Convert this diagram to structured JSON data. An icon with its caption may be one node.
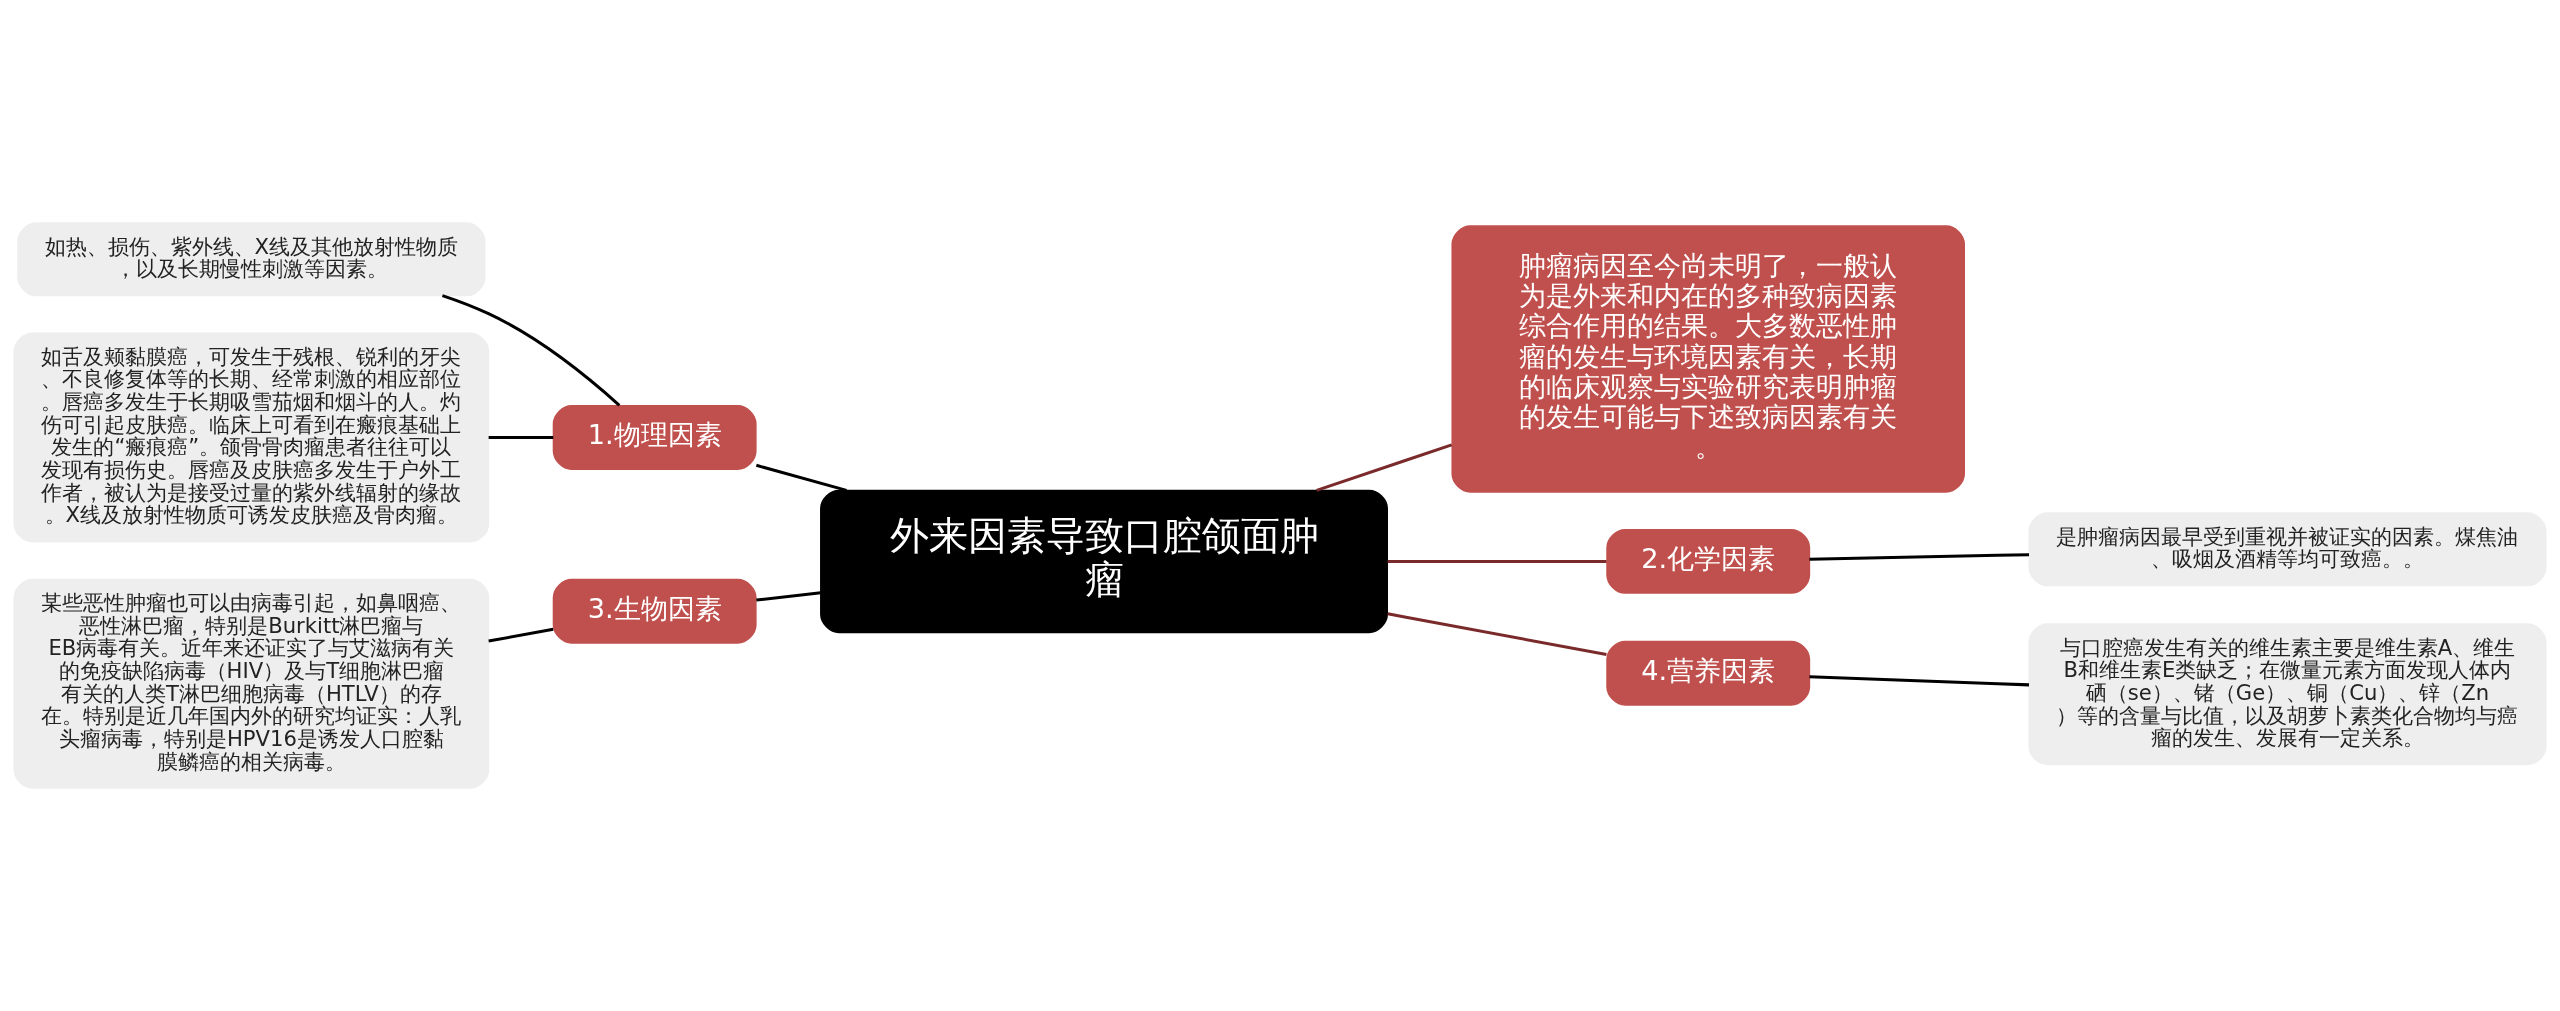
{
  "diagram": {
    "nodes": [
      {
        "text": [
          "外来因素导致口腔颌面肿瘤"
        ]
      },
      {
        "text": [
          "1.物理因素"
        ]
      },
      {
        "text": [
          "如热、损伤、紫外线、X线及其他放射性物质，以及长期慢性刺激等因素。"
        ]
      },
      {
        "text": [
          "如舌及颊黏膜癌，可发生于残根、锐利的牙尖、不良修复体等的长期、经常刺激的相应部位。唇癌多发生于长期吸雪茄烟和烟斗的人。灼伤可引起皮肤癌。临床上可看到在瘢痕基础上发生的“瘢痕癌”。颌骨骨肉瘤患者往往可以发现有损伤史。唇癌及皮肤癌多发生于户外工作者，被认为是接受过量的紫外线辐射的缘故。X线及放射性物质可诱发皮肤癌及骨肉瘤。"
        ]
      },
      {
        "text": [
          "肿瘤病因至今尚未明了，一般认为是外来和内在的多种致病因素综合作用的结果。大多数恶性肿瘤的发生与环境因素有关，长期的临床观察与实验研究表明肿瘤的发生可能与下述致病因素有关。"
        ]
      },
      {
        "text": [
          "2.化学因素"
        ]
      },
      {
        "text": [
          "是肿瘤病因最早受到重视并被证实的因素。煤焦油、吸烟及酒精等均可致癌。。"
        ]
      },
      {
        "text": [
          "3.生物因素"
        ]
      },
      {
        "text": [
          "某些恶性肿瘤也可以由病毒引起，如鼻咽癌、恶性淋巴瘤，特别是Burkitt淋巴瘤与EB病毒有关。近年来还证实了与艾滋病有关的免疫缺陷病毒（HIV）及与T细胞淋巴瘤有关的人类T淋巴细胞病毒（HTLV）的存在。特别是近几年国内外的研究均证实：人乳头瘤病毒，特别是HPV16是诱发人口腔黏膜鳞癌的相关病毒。"
        ]
      },
      {
        "text": [
          "4.营养因素"
        ]
      },
      {
        "text": [
          "与口腔癌发生有关的维生素主要是维生素A、维生B和维生素E类缺乏；在微量元素方面发现人体内硒（se）、锗（Ge）、铜（Cu）、锌（Zn）等的含量与比值，以及胡萝卜素类化合物均与癌瘤的发生、发展有一定关系。"
        ]
      }
    ],
    "edges": [
      {
        "from": 2,
        "to": 1,
        "arrow": "none"
      },
      {
        "from": 3,
        "to": 1,
        "arrow": "none"
      },
      {
        "from": 1,
        "to": 0,
        "arrow": "none"
      },
      {
        "from": 8,
        "to": 7,
        "arrow": "none"
      },
      {
        "from": 7,
        "to": 0,
        "arrow": "none"
      },
      {
        "from": 0,
        "to": 4,
        "arrow": "none",
        "color": "#7a2a2a"
      },
      {
        "from": 0,
        "to": 5,
        "arrow": "none",
        "color": "#7a2a2a"
      },
      {
        "from": 5,
        "to": 6,
        "arrow": "none"
      },
      {
        "from": 0,
        "to": 9,
        "arrow": "none",
        "color": "#7a2a2a"
      },
      {
        "from": 9,
        "to": 10,
        "arrow": "none"
      }
    ]
  }
}
